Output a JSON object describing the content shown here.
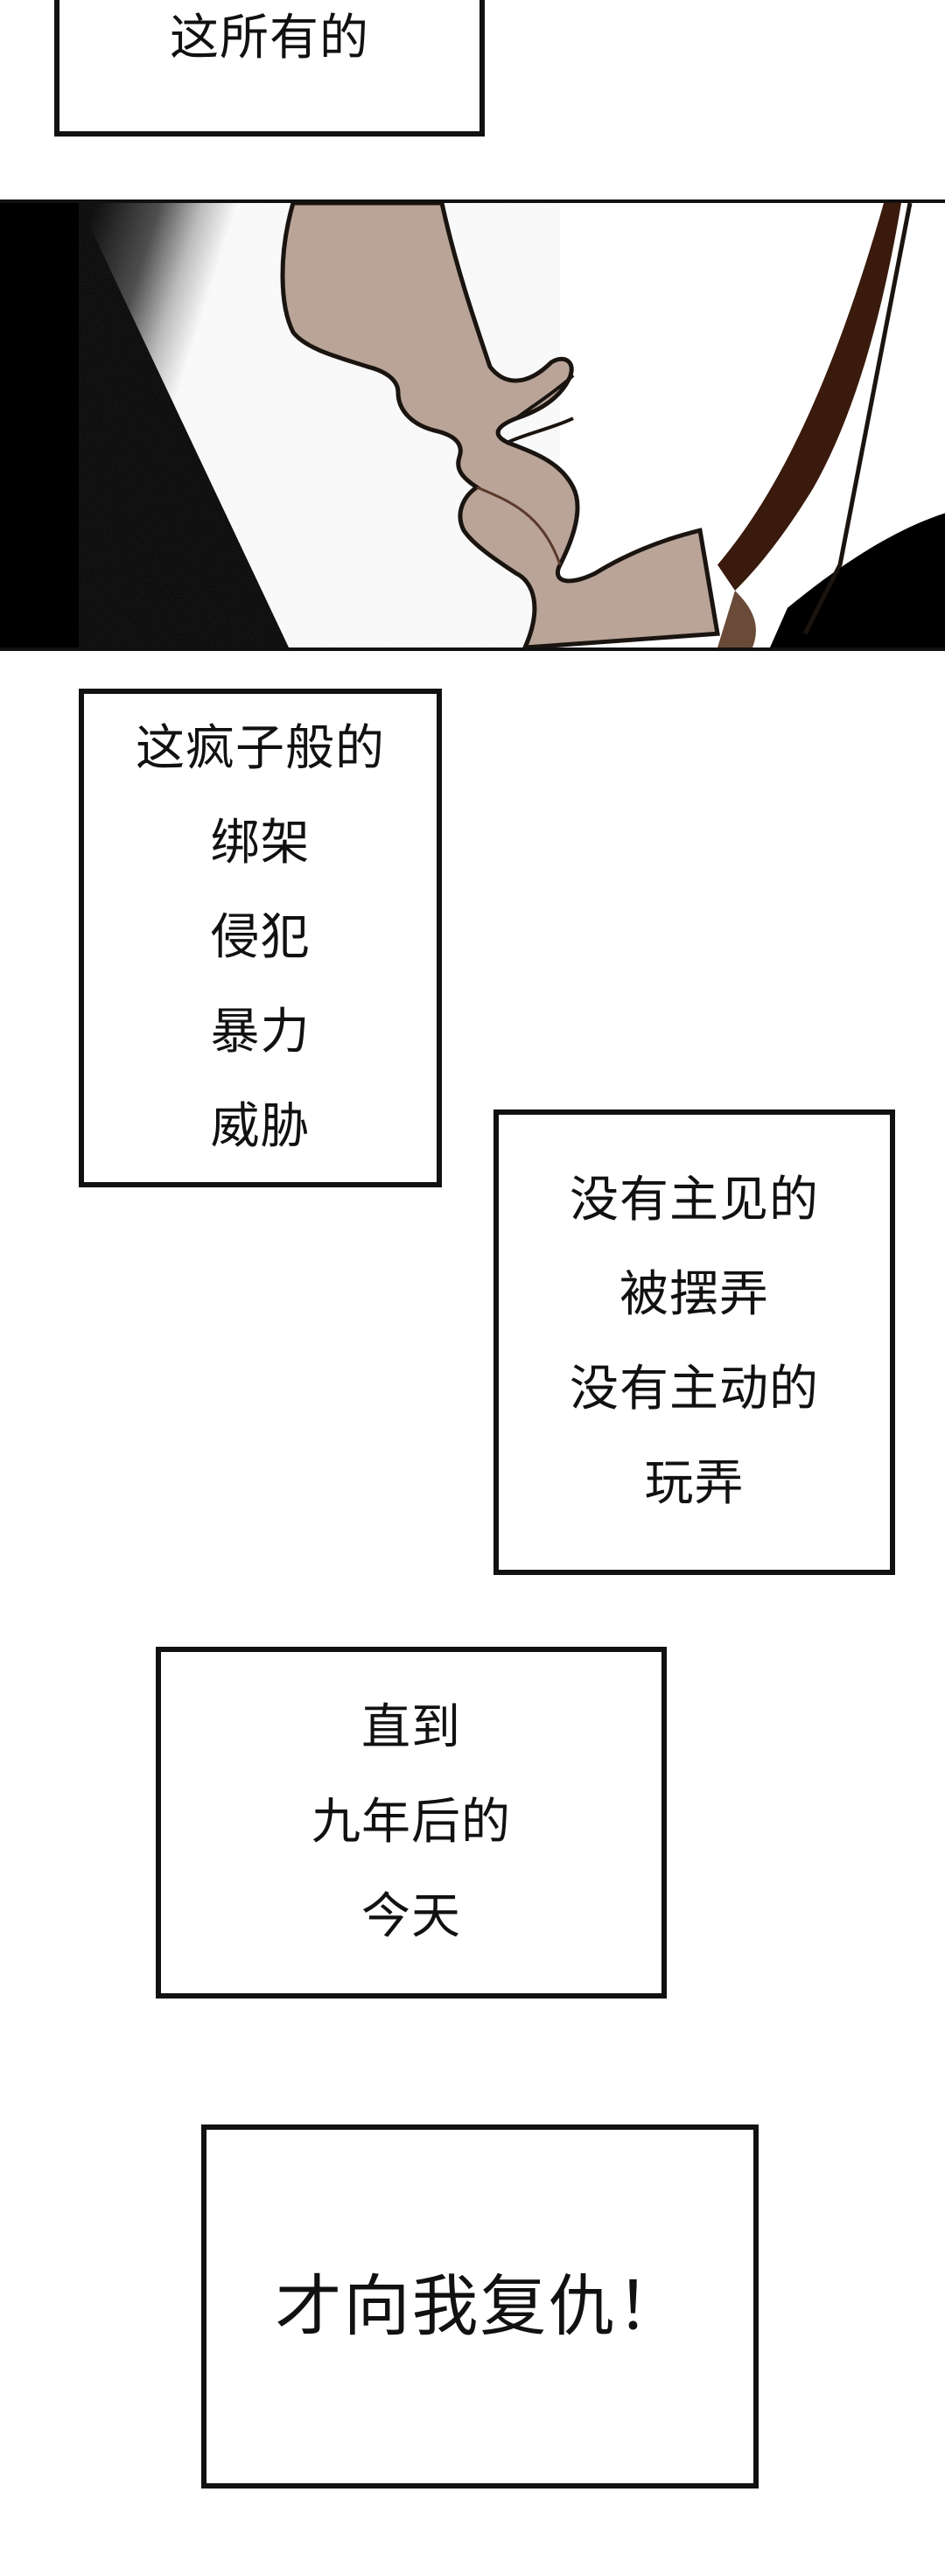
{
  "captions": [
    {
      "lines": [
        "这所有的"
      ]
    },
    {
      "lines": [
        "这疯子般的",
        "绑架",
        "侵犯",
        "暴力",
        "威胁"
      ]
    },
    {
      "lines": [
        "没有主见的",
        "被摆弄",
        "没有主动的",
        "玩弄"
      ]
    },
    {
      "lines": [
        "直到",
        "九年后的",
        "今天"
      ]
    },
    {
      "lines": [
        "才向我复仇！"
      ]
    }
  ],
  "illustration": {
    "subject": "face-profile-closeup",
    "colors": {
      "skin": "#b9a497",
      "shadow": "#000000",
      "hair": "#3a1a0c",
      "ink": "#1a1410"
    }
  }
}
